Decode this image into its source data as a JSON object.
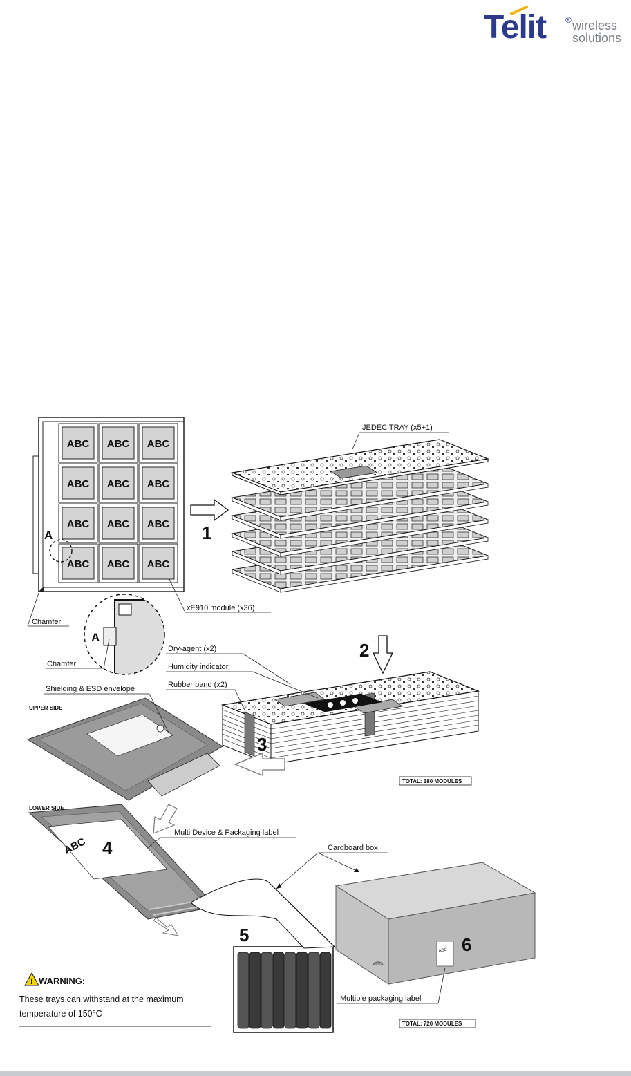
{
  "logo": {
    "brand": "Telit",
    "registered": "®",
    "tagline_line1": "wireless",
    "tagline_line2": "solutions"
  },
  "tray_cells": [
    "ABC",
    "ABC",
    "ABC",
    "ABC",
    "ABC",
    "ABC",
    "ABC",
    "ABC",
    "ABC",
    "ABC",
    "ABC",
    "ABC"
  ],
  "labels": {
    "jedec_tray": "JEDEC TRAY (x5+1)",
    "module": "xE910 module (x36)",
    "chamfer_top": "Chamfer",
    "chamfer_detail": "Chamfer",
    "detail_A": "A",
    "detail_A2": "A",
    "dry_agent": "Dry-agent (x2)",
    "humidity": "Humidity indicator",
    "rubber_band": "Rubber band (x2)",
    "shielding": "Shielding & ESD envelope",
    "upper_side": "UPPER SIDE",
    "lower_side": "LOWER SIDE",
    "total_180": "TOTAL: 180 MODULES",
    "multi_device": "Multi Device & Packaging label",
    "cardboard": "Cardboard box",
    "multiple_label": "Multiple packaging label",
    "total_720": "TOTAL: 720  MODULES",
    "bag_label": "ABC",
    "box_label": "ABC"
  },
  "steps": [
    "1",
    "2",
    "3",
    "4",
    "5",
    "6"
  ],
  "warning": {
    "title": "WARNING:",
    "text": "These trays can withstand at the maximum temperature of 150°C"
  }
}
